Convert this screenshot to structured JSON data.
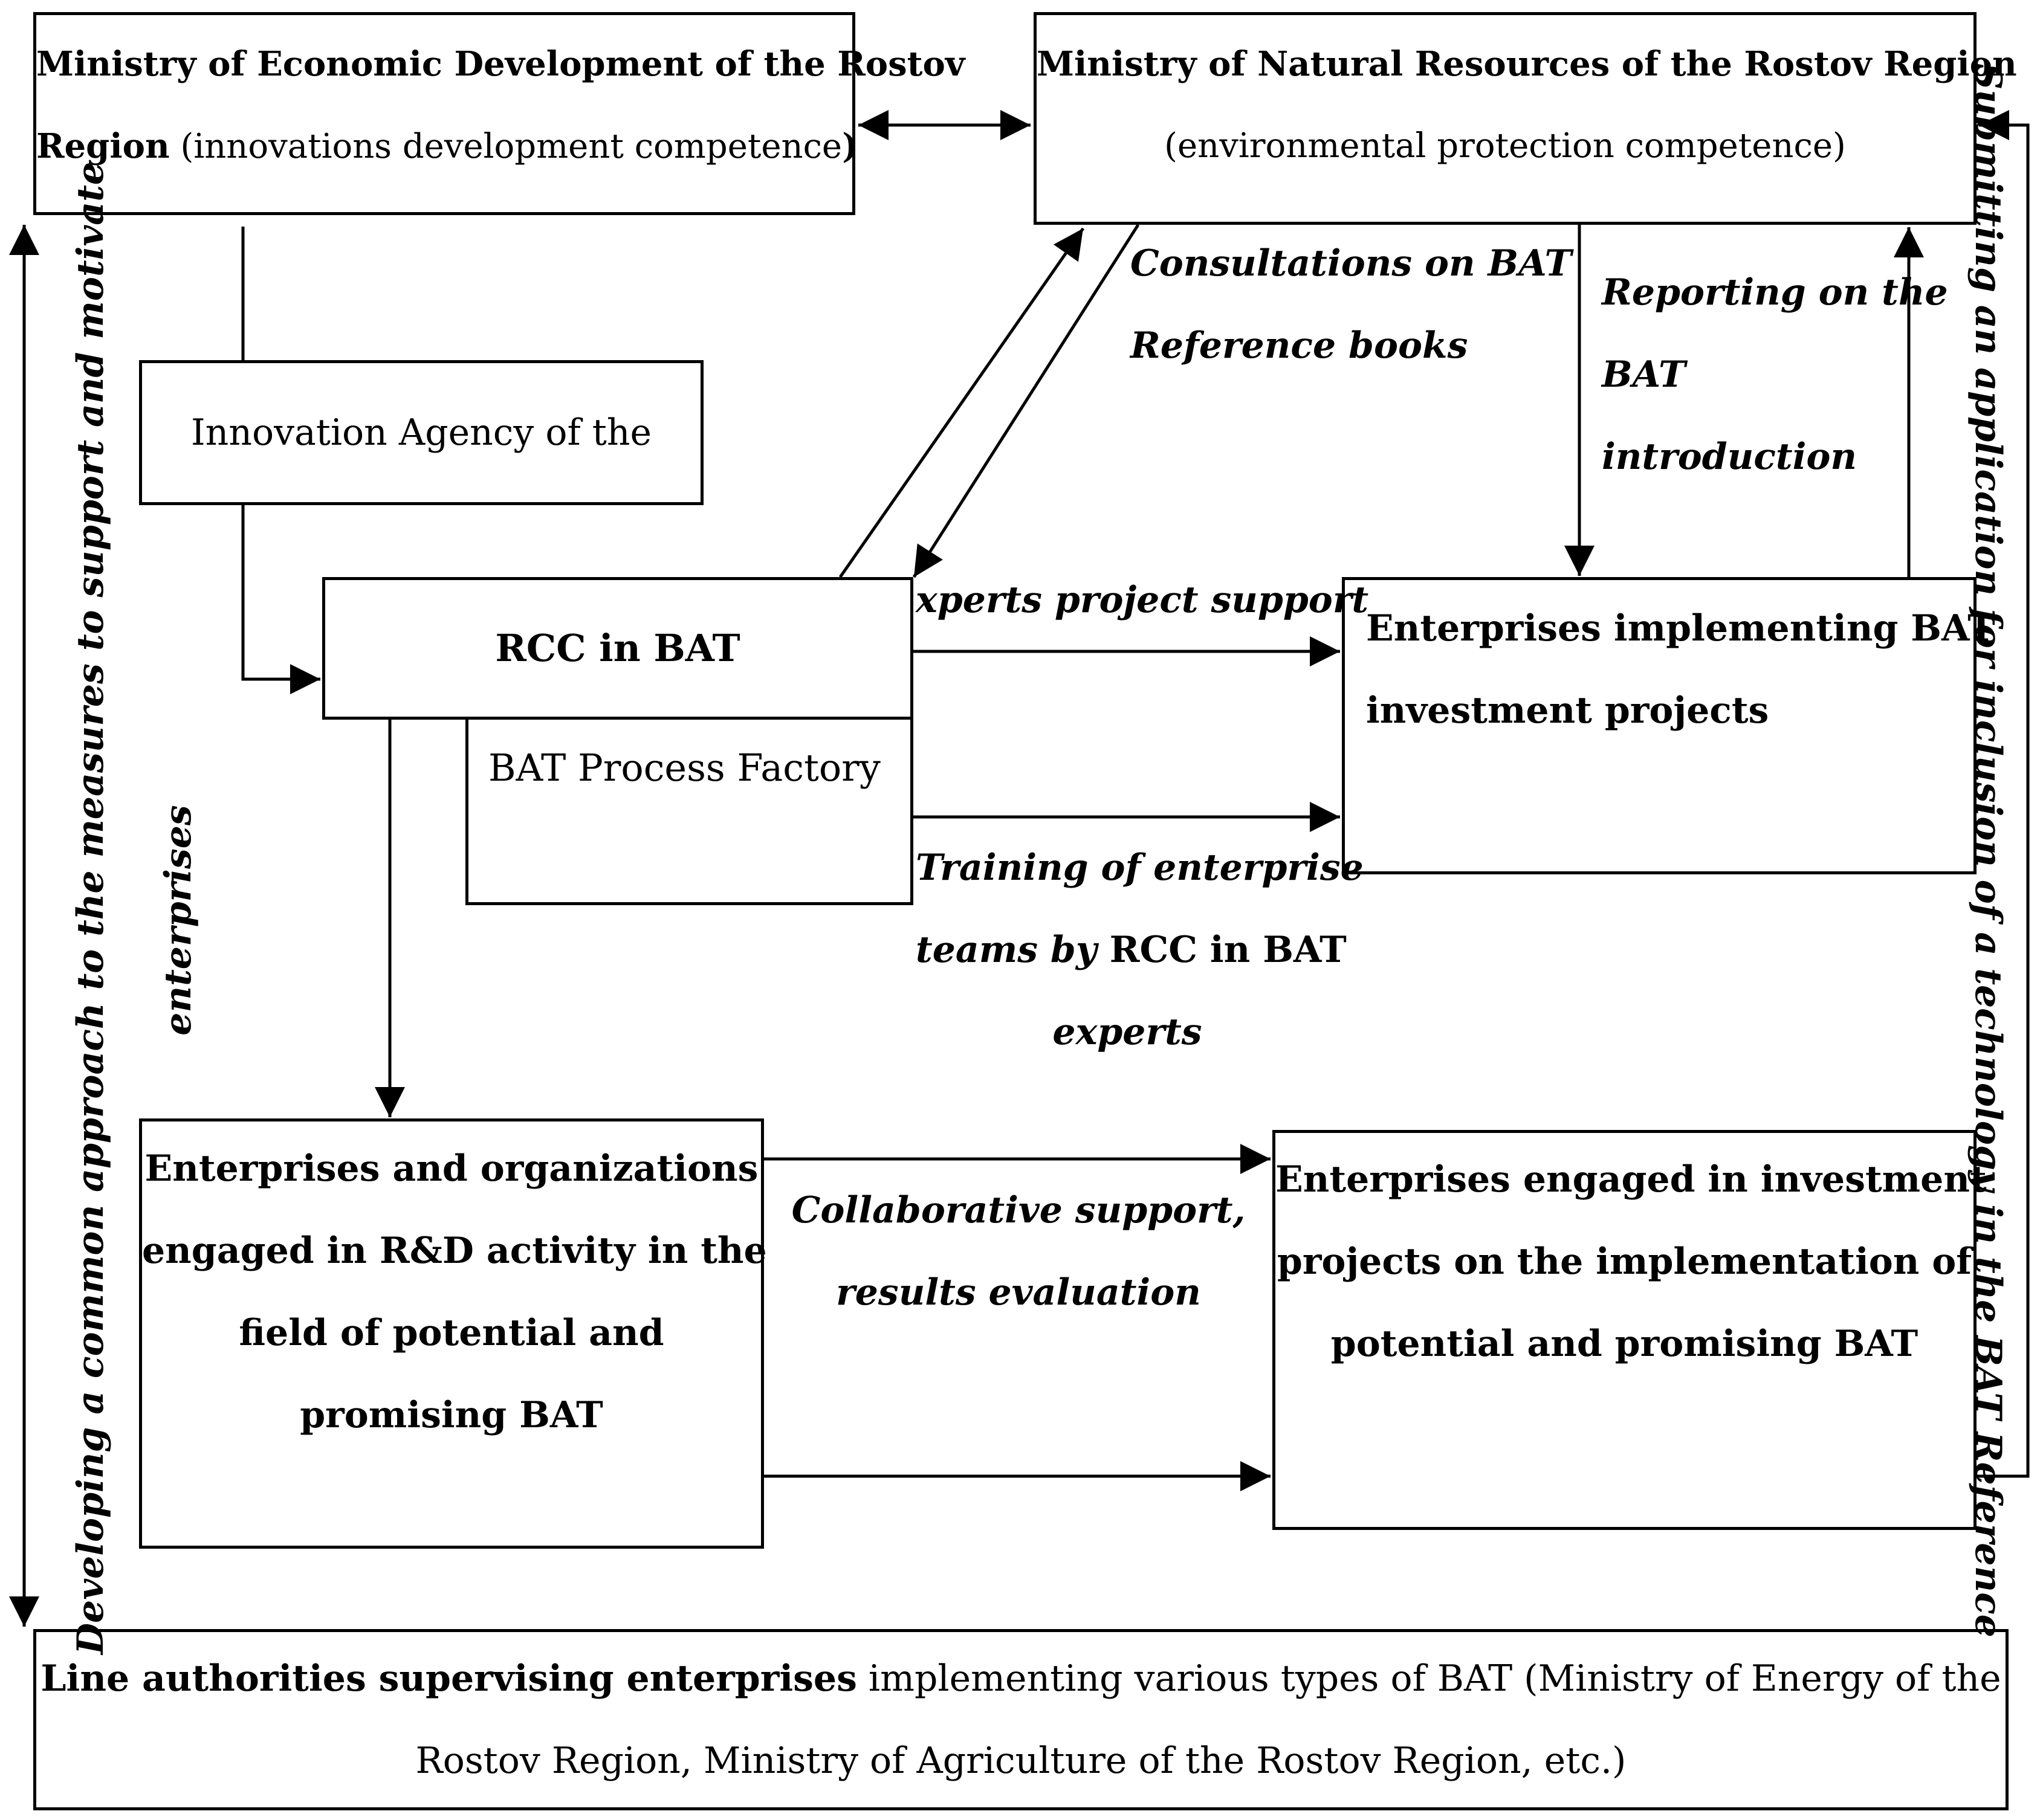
{
  "boxes": {
    "ministry_economic": {
      "line1": "Ministry of Economic Development of the Rostov",
      "line2_bold": "Region",
      "line2_rest": " (innovations development competence",
      "line2_close": ")"
    },
    "ministry_natural": {
      "line1": "Ministry of Natural Resources of the Rostov Region",
      "line2": "(environmental protection competence)"
    },
    "innovation_agency": {
      "label": "Innovation  Agency  of  the"
    },
    "rcc": {
      "label": "RCC in BAT"
    },
    "bat_factory": {
      "label": "BAT Process Factory"
    },
    "enterprises_implementing": {
      "line1": "Enterprises implementing BAT",
      "line2": "investment projects"
    },
    "rd_enterprises": {
      "lines": [
        "Enterprises and organizations",
        "engaged in R&D activity in the",
        "field of potential and",
        "promising BAT"
      ]
    },
    "investment_enterprises": {
      "lines": [
        "Enterprises engaged in investment",
        "projects on the implementation of",
        "potential and promising BAT"
      ]
    },
    "line_authorities": {
      "line1_bold": "Line authorities supervising enterprises",
      "line1_rest": " implementing various types of BAT (Ministry of Energy of the",
      "line2": "Rostov Region, Ministry of Agriculture of the Rostov Region, etc.)"
    }
  },
  "labels": {
    "consultations": [
      "Consultations  on  BAT",
      "Reference books"
    ],
    "reporting": [
      "Reporting on the",
      "BAT",
      "introduction"
    ],
    "experts_support": "xperts project support",
    "training_line1": "Training of enterprise",
    "training_line2_italic": "teams by ",
    "training_line2_bold": "RCC in BAT",
    "training_line3": "experts",
    "collaborative": [
      "Collaborative support,",
      "results evaluation"
    ],
    "left_vertical_line1": "Developing a common approach to the measures to support and motivate",
    "left_vertical_line2": "enterprises",
    "right_vertical": "Submitting an application for inclusion of a technology in the BAT Reference"
  }
}
